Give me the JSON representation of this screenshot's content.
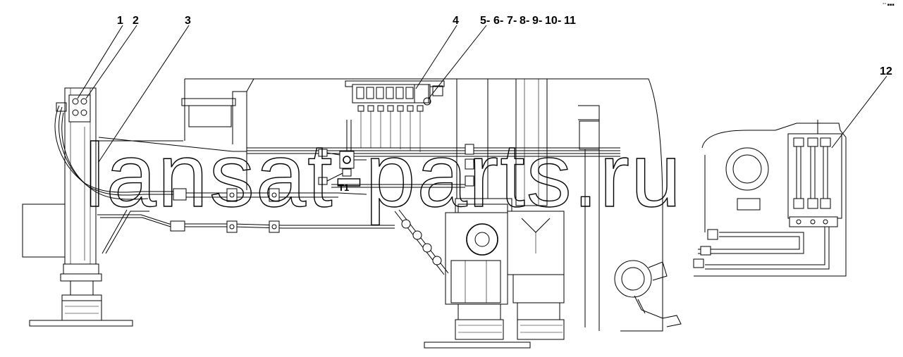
{
  "diagram": {
    "callouts": [
      {
        "id": "c1",
        "text": "1"
      },
      {
        "id": "c2",
        "text": "2"
      },
      {
        "id": "c3",
        "text": "3"
      },
      {
        "id": "c4",
        "text": "4"
      },
      {
        "id": "c5",
        "text": "5"
      },
      {
        "id": "c6",
        "text": "6"
      },
      {
        "id": "c7",
        "text": "7"
      },
      {
        "id": "c8",
        "text": "8"
      },
      {
        "id": "c9",
        "text": "9"
      },
      {
        "id": "c10",
        "text": "10"
      },
      {
        "id": "c11",
        "text": "11"
      },
      {
        "id": "c12",
        "text": "12"
      }
    ],
    "callout_group_dashes": [
      "-",
      "-",
      "-",
      "-",
      "-",
      "-"
    ],
    "port_label": "T1",
    "watermark": "lansat-parts.ru",
    "corner_mark": "°° ▪▪▪"
  },
  "colors": {
    "ink": "#000000",
    "paper": "#ffffff"
  }
}
